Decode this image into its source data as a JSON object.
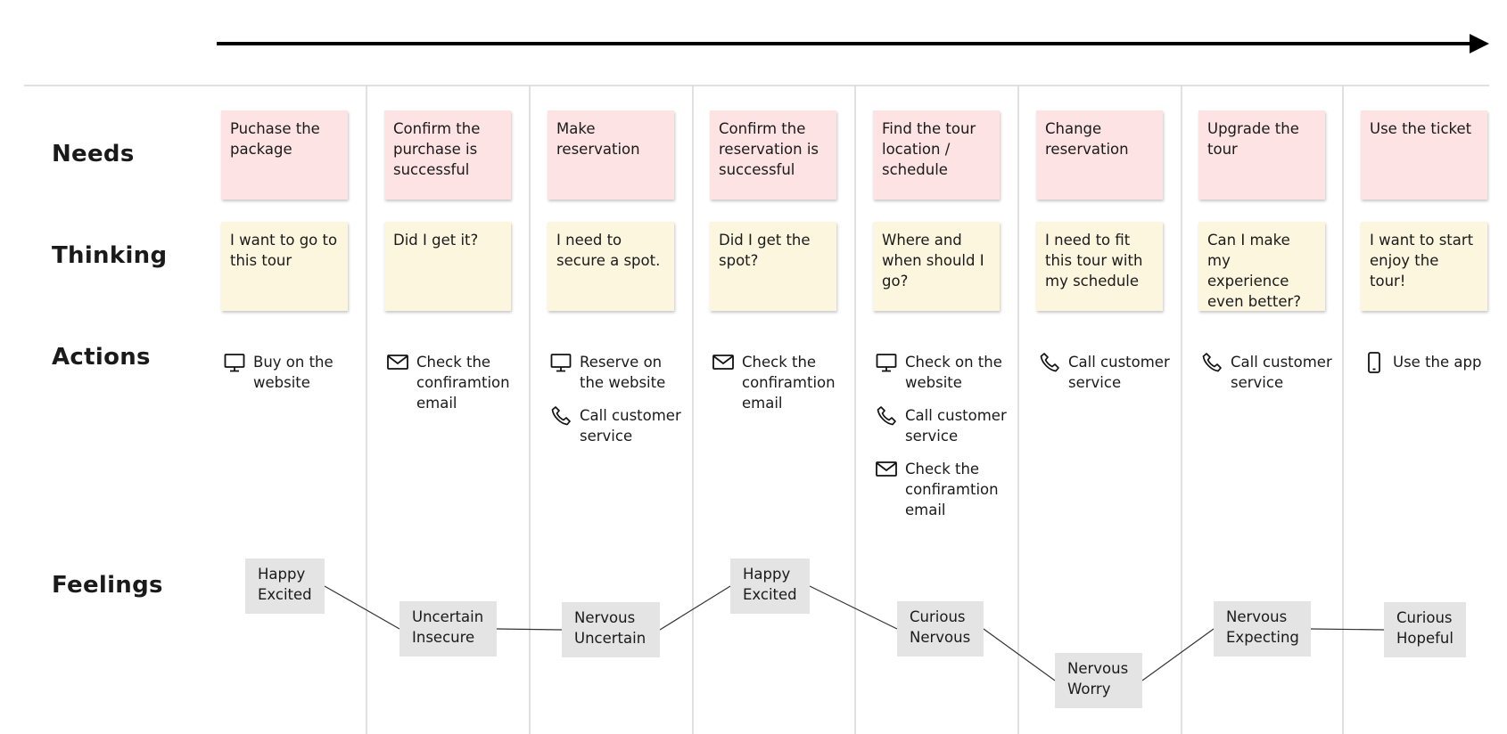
{
  "row_labels": {
    "needs": "Needs",
    "thinking": "Thinking",
    "actions": "Actions",
    "feelings": "Feelings"
  },
  "columns": [
    {
      "need": "Puchase the package",
      "thinking": "I want to go to this tour",
      "actions": [
        {
          "icon": "monitor-icon",
          "text": "Buy on the website"
        }
      ],
      "feeling": [
        "Happy",
        "Excited"
      ]
    },
    {
      "need": "Confirm the purchase is successful",
      "thinking": "Did I get it?",
      "actions": [
        {
          "icon": "email-icon",
          "text": "Check the confiramtion email"
        }
      ],
      "feeling": [
        "Uncertain",
        "Insecure"
      ]
    },
    {
      "need": "Make reservation",
      "thinking": "I need to secure a spot.",
      "actions": [
        {
          "icon": "monitor-icon",
          "text": "Reserve on the website"
        },
        {
          "icon": "phone-icon",
          "text": "Call customer service"
        }
      ],
      "feeling": [
        "Nervous",
        "Uncertain"
      ]
    },
    {
      "need": "Confirm the reservation is successful",
      "thinking": "Did I get the spot?",
      "actions": [
        {
          "icon": "email-icon",
          "text": "Check the confiramtion email"
        }
      ],
      "feeling": [
        "Happy",
        "Excited"
      ]
    },
    {
      "need": "Find the tour location / schedule",
      "thinking": "Where and when should I go?",
      "actions": [
        {
          "icon": "monitor-icon",
          "text": "Check on the website"
        },
        {
          "icon": "phone-icon",
          "text": "Call customer service"
        },
        {
          "icon": "email-icon",
          "text": "Check the confiramtion email"
        }
      ],
      "feeling": [
        "Curious",
        "Nervous"
      ]
    },
    {
      "need": "Change reservation",
      "thinking": "I need to fit this tour with my schedule",
      "actions": [
        {
          "icon": "phone-icon",
          "text": "Call customer service"
        }
      ],
      "feeling": [
        "Nervous",
        "Worry"
      ]
    },
    {
      "need": "Upgrade the tour",
      "thinking": "Can I make my experience even better?",
      "actions": [
        {
          "icon": "phone-icon",
          "text": "Call customer service"
        }
      ],
      "feeling": [
        "Nervous",
        "Expecting"
      ]
    },
    {
      "need": "Use the ticket",
      "thinking": "I want to start enjoy the tour!",
      "actions": [
        {
          "icon": "mobile-phone-icon",
          "text": "Use the app"
        }
      ],
      "feeling": [
        "Curious",
        "Hopeful"
      ]
    }
  ],
  "colors": {
    "need_note": "#fde3e4",
    "thinking_note": "#fdf6df",
    "feeling_box": "#e4e4e4",
    "grid_line": "#d6d6d6",
    "arrow": "#000000"
  }
}
